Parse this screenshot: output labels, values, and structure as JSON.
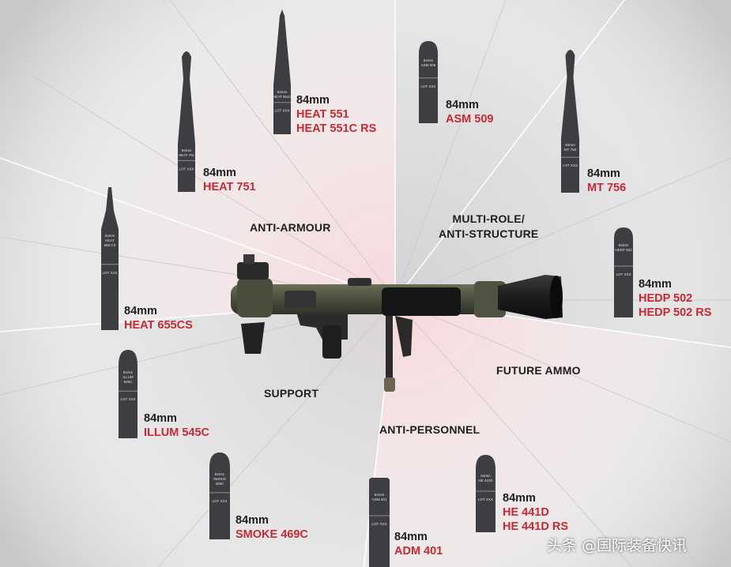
{
  "categories": {
    "anti_armour": "ANTI-ARMOUR",
    "multi_role_line1": "MULTI-ROLE/",
    "multi_role_line2": "ANTI-STRUCTURE",
    "support": "SUPPORT",
    "future_ammo": "FUTURE AMMO",
    "anti_personnel": "ANTI-PERSONNEL"
  },
  "ammo": [
    {
      "id": "heat751",
      "caliber": "84mm",
      "names": [
        "HEAT 751"
      ],
      "shell_text": [
        "84mm",
        "HEAT 751",
        "LOT XXX"
      ]
    },
    {
      "id": "heat551",
      "caliber": "84mm",
      "names": [
        "HEAT 551",
        "HEAT 551C RS"
      ],
      "shell_text": [
        "84mm",
        "HEAT 551C",
        "LOT XXX"
      ]
    },
    {
      "id": "asm509",
      "caliber": "84mm",
      "names": [
        "ASM 509"
      ],
      "shell_text": [
        "84mm",
        "ASM 509",
        "LOT XXX"
      ]
    },
    {
      "id": "mt756",
      "caliber": "84mm",
      "names": [
        "MT 756"
      ],
      "shell_text": [
        "84mm",
        "MT 756",
        "LOT XXX"
      ]
    },
    {
      "id": "heat655",
      "caliber": "84mm",
      "names": [
        "HEAT 655CS"
      ],
      "shell_text": [
        "84mm",
        "HEAT",
        "655 CS",
        "LOT XXX"
      ]
    },
    {
      "id": "hedp502",
      "caliber": "84mm",
      "names": [
        "HEDP 502",
        "HEDP 502 RS"
      ],
      "shell_text": [
        "84mm",
        "HEDP 502",
        "LOT XXX"
      ]
    },
    {
      "id": "illum545",
      "caliber": "84mm",
      "names": [
        "ILLUM 545C"
      ],
      "shell_text": [
        "84mm",
        "ILLUM",
        "545C",
        "LOT XXX"
      ]
    },
    {
      "id": "smoke469",
      "caliber": "84mm",
      "names": [
        "SMOKE 469C"
      ],
      "shell_text": [
        "84mm",
        "SMOKE",
        "469C",
        "LOT XXX"
      ]
    },
    {
      "id": "adm401",
      "caliber": "84mm",
      "names": [
        "ADM 401"
      ],
      "shell_text": [
        "84mm",
        "ADM 401",
        "LOT XXX"
      ]
    },
    {
      "id": "he441",
      "caliber": "84mm",
      "names": [
        "HE 441D",
        "HE 441D RS"
      ],
      "shell_text": [
        "84mm",
        "HE 441D",
        "LOT XXX"
      ]
    }
  ],
  "watermark": "头条 @国际装备快讯",
  "colors": {
    "accent": "#c52a35",
    "shell": "#3c3e41",
    "label_text": "#1e1e1e",
    "weapon": "#4b4f3c"
  },
  "icons": {
    "weapon": "recoilless-rifle-icon",
    "round": "ammunition-round-icon"
  }
}
